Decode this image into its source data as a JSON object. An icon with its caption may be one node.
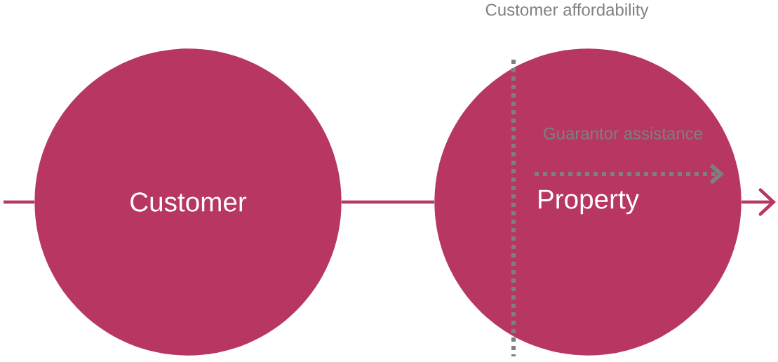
{
  "diagram": {
    "nodes": [
      {
        "text": [
          "Customer"
        ]
      },
      {
        "text": [
          "Property"
        ]
      }
    ],
    "edges": [
      {
        "from": null,
        "to": 0,
        "arrow": "none"
      },
      {
        "from": 0,
        "to": 1,
        "arrow": "none"
      },
      {
        "from": 1,
        "to": null,
        "arrow": "to"
      }
    ],
    "labels": [
      "Customer affordability",
      "Guarantor assistance"
    ]
  }
}
